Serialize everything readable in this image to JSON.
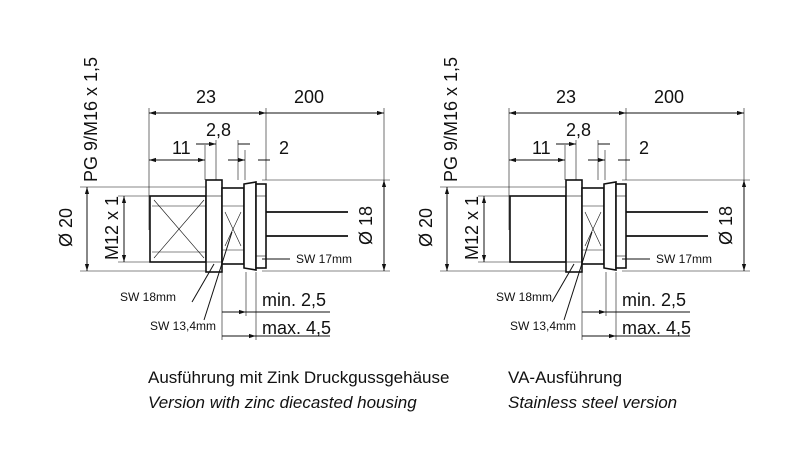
{
  "drawings": [
    {
      "id": "zinc",
      "thread_label": "PG 9/M16 x 1,5",
      "dims": {
        "overall_length": "23",
        "wire_length": "200",
        "front_length": "11",
        "flange": "2,8",
        "nut_thickness": "2",
        "outer_diameter": "Ø 20",
        "thread": "M12 x 1",
        "wire_diameter": "Ø 18",
        "nut_wrench": "SW 17mm",
        "hex_wrench": "SW 18mm",
        "inner_wrench": "SW 13,4mm",
        "panel_min": "min. 2,5",
        "panel_max": "max. 4,5"
      },
      "caption_de": "Ausführung mit Zink Druckgussgehäuse",
      "caption_en": "Version with zinc diecasted housing"
    },
    {
      "id": "stainless",
      "thread_label": "PG 9/M16 x 1,5",
      "dims": {
        "overall_length": "23",
        "wire_length": "200",
        "front_length": "11",
        "flange": "2,8",
        "nut_thickness": "2",
        "outer_diameter": "Ø 20",
        "thread": "M12 x 1",
        "wire_diameter": "Ø 18",
        "nut_wrench": "SW 17mm",
        "hex_wrench": "SW 18mm",
        "inner_wrench": "SW 13,4mm",
        "panel_min": "min. 2,5",
        "panel_max": "max. 4,5"
      },
      "caption_de": "VA-Ausführung",
      "caption_en": "Stainless steel version"
    }
  ]
}
